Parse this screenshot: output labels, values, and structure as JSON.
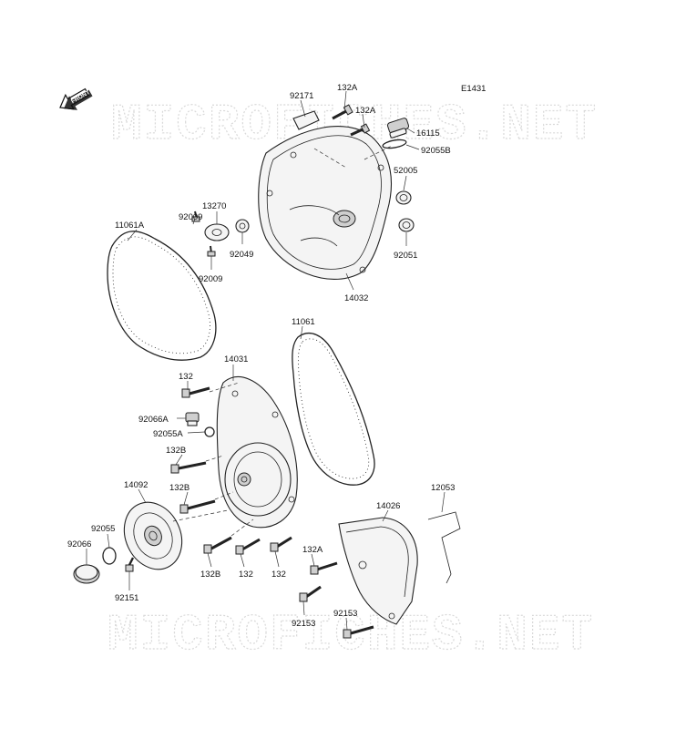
{
  "diagram_code": "E1431",
  "front_arrow_label": "FRONT",
  "watermark_text": "MICROFICHES.NET",
  "part_labels": [
    {
      "id": "92171",
      "text": "92171"
    },
    {
      "id": "132A-top",
      "text": "132A"
    },
    {
      "id": "132A-mid",
      "text": "132A"
    },
    {
      "id": "16115",
      "text": "16115"
    },
    {
      "id": "92055B",
      "text": "92055B"
    },
    {
      "id": "52005",
      "text": "52005"
    },
    {
      "id": "13270",
      "text": "13270"
    },
    {
      "id": "92009-a",
      "text": "92009"
    },
    {
      "id": "11061A",
      "text": "11061A"
    },
    {
      "id": "92049",
      "text": "92049"
    },
    {
      "id": "92051",
      "text": "92051"
    },
    {
      "id": "92009-b",
      "text": "92009"
    },
    {
      "id": "14032",
      "text": "14032"
    },
    {
      "id": "11061",
      "text": "11061"
    },
    {
      "id": "14031",
      "text": "14031"
    },
    {
      "id": "132-a",
      "text": "132"
    },
    {
      "id": "92066A",
      "text": "92066A"
    },
    {
      "id": "92055A",
      "text": "92055A"
    },
    {
      "id": "132B-a",
      "text": "132B"
    },
    {
      "id": "14092",
      "text": "14092"
    },
    {
      "id": "132B-b",
      "text": "132B"
    },
    {
      "id": "12053",
      "text": "12053"
    },
    {
      "id": "14026",
      "text": "14026"
    },
    {
      "id": "92055",
      "text": "92055"
    },
    {
      "id": "92066",
      "text": "92066"
    },
    {
      "id": "132A-low",
      "text": "132A"
    },
    {
      "id": "132B-c",
      "text": "132B"
    },
    {
      "id": "132-b",
      "text": "132"
    },
    {
      "id": "132-c",
      "text": "132"
    },
    {
      "id": "92151",
      "text": "92151"
    },
    {
      "id": "92153-a",
      "text": "92153"
    },
    {
      "id": "92153-b",
      "text": "92153"
    }
  ]
}
